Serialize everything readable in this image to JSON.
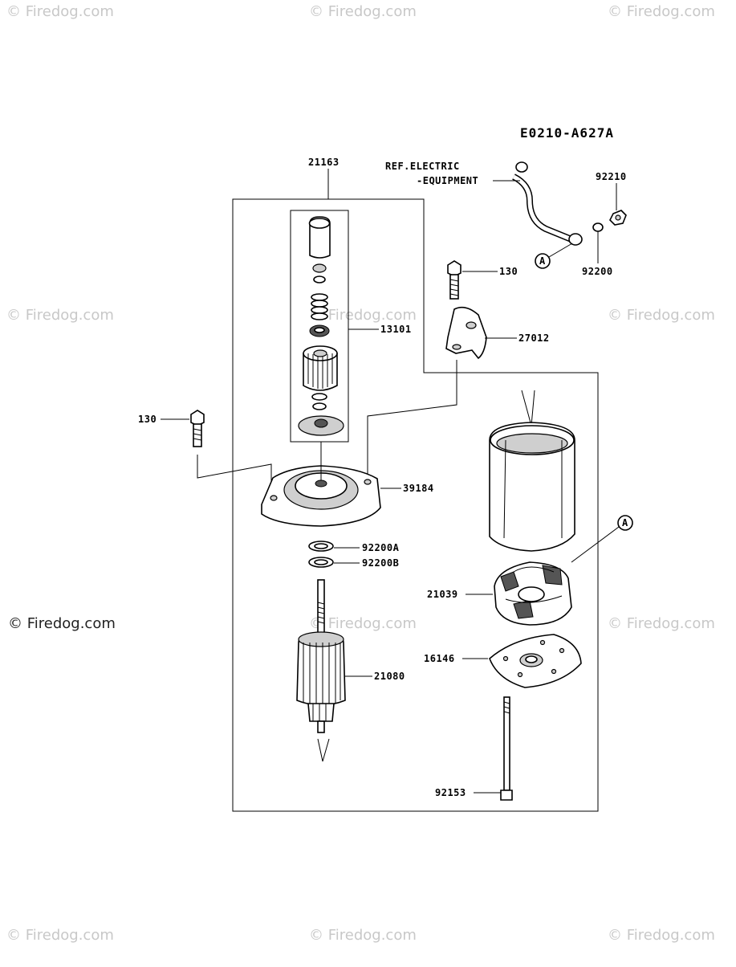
{
  "diagram_code": "E0210-A627A",
  "watermark_text": "© Firedog.com",
  "ref_note": [
    "REF.ELECTRIC",
    "-EQUIPMENT"
  ],
  "callout_letter": "A",
  "parts": {
    "p21163": "21163",
    "p13101": "13101",
    "p130_top": "130",
    "p27012": "27012",
    "p92210": "92210",
    "p92200": "92200",
    "p130_left": "130",
    "p39184": "39184",
    "p92200A": "92200A",
    "p92200B": "92200B",
    "p21039": "21039",
    "p21080": "21080",
    "p16146": "16146",
    "p92153": "92153"
  }
}
